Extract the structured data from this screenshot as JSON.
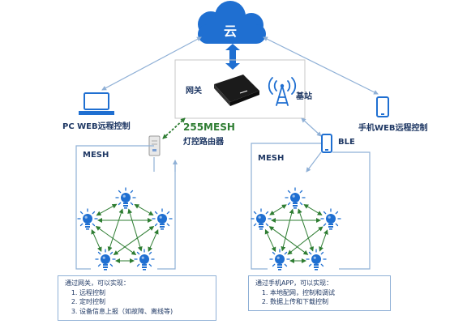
{
  "cloud": {
    "label": "云"
  },
  "gateway_box": {
    "gateway_label": "网关",
    "base_station_label": "基站"
  },
  "pc": {
    "label": "PC WEB远程控制"
  },
  "phone": {
    "label": "手机WEB远程控制"
  },
  "router": {
    "mesh_count_label": "255MESH",
    "label": "灯控路由器"
  },
  "ble": {
    "label": "BLE"
  },
  "left_cluster": {
    "label": "MESH"
  },
  "right_cluster": {
    "label": "MESH"
  },
  "left_info": {
    "heading": "通过网关，可以实现：",
    "items": [
      "远程控制",
      "定时控制",
      "设备信息上报（如故障、离线等)"
    ]
  },
  "right_info": {
    "heading": "通过手机APP，可以实现：",
    "items": [
      "本地配网，控制和调试",
      "数据上传和下载控制"
    ]
  },
  "colors": {
    "cloud": "#1f6fd1",
    "connector": "#8fb0d6",
    "mesh_link": "#2e7d32",
    "bulb": "#1f6fd1",
    "text": "#1f3864",
    "green_text": "#2e7d32"
  },
  "icons": {
    "cloud": "cloud-icon",
    "gateway": "gateway-router-icon",
    "base_station": "cell-tower-icon",
    "pc": "laptop-icon",
    "phone": "smartphone-icon",
    "router": "light-control-router-icon",
    "ble_phone": "smartphone-icon",
    "bulb": "smart-bulb-icon"
  }
}
